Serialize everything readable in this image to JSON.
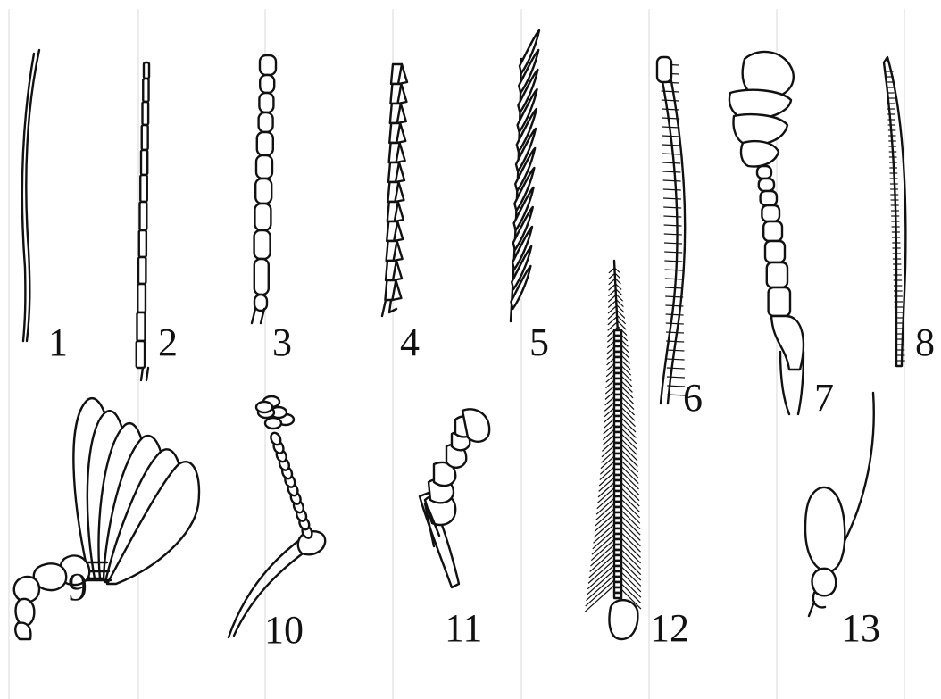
{
  "figure": {
    "background": "#ffffff",
    "ink_color": "#111111",
    "panels": [
      {
        "label": "1"
      },
      {
        "label": "2"
      },
      {
        "label": "3"
      },
      {
        "label": "4"
      },
      {
        "label": "5"
      },
      {
        "label": "6"
      },
      {
        "label": "7"
      },
      {
        "label": "8"
      },
      {
        "label": "9"
      },
      {
        "label": "10"
      },
      {
        "label": "11"
      },
      {
        "label": "12"
      },
      {
        "label": "13"
      }
    ]
  }
}
